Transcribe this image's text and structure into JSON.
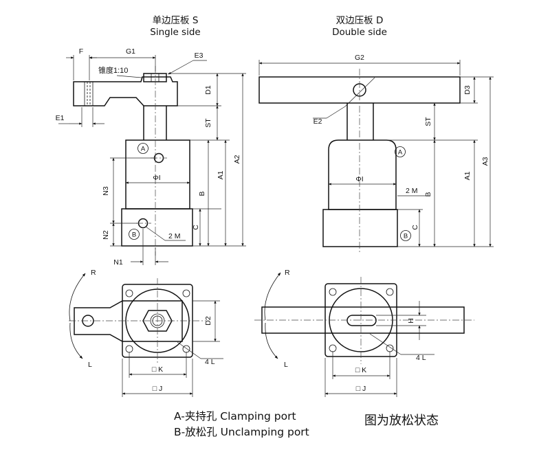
{
  "titles": {
    "single_cn": "单边压板 S",
    "single_en": "Single side",
    "double_cn": "双边压板 D",
    "double_en": "Double side"
  },
  "dims_single": {
    "F": "F",
    "G1": "G1",
    "E3": "E3",
    "taper": "锥度1:10",
    "E1": "E1",
    "D1": "D1",
    "ST": "ST",
    "A2": "A2",
    "A1": "A1",
    "B": "B",
    "C": "C",
    "N3": "N3",
    "N2": "N2",
    "N1": "N1",
    "phiI": "ΦI",
    "two_m": "2 M",
    "port_a": "A",
    "port_b": "B"
  },
  "dims_double": {
    "G2": "G2",
    "D3": "D3",
    "E2": "E2",
    "ST": "ST",
    "A1": "A1",
    "A3": "A3",
    "B": "B",
    "C": "C",
    "phiI": "ΦI",
    "two_m": "2 M",
    "port_a": "A",
    "port_b": "B"
  },
  "bottom_single": {
    "R": "R",
    "L": "L",
    "D2": "D2",
    "four_l": "4 L",
    "K": "□ K",
    "J": "□ J"
  },
  "bottom_double": {
    "R": "R",
    "L": "L",
    "H": "H",
    "four_l": "4 L",
    "K": "□ K",
    "J": "□ J"
  },
  "legend": {
    "a_line": "A-夹持孔 Clamping port",
    "b_line": "B-放松孔 Unclamping port",
    "caption": "图为放松状态"
  }
}
